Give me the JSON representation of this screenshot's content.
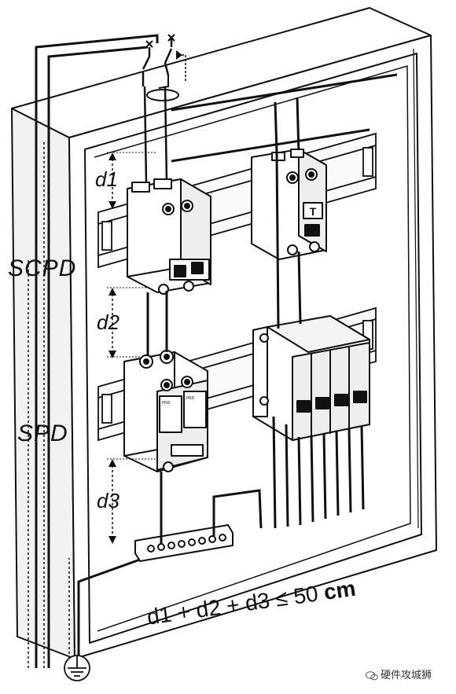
{
  "labels": {
    "scpd": "SCPD",
    "spd": "SPD",
    "d1": "d1",
    "d2": "d2",
    "d3": "d3",
    "formula_expr": "d1 + d2 + d3 ≤ 50 ",
    "formula_unit": "cm"
  },
  "breakers": {
    "rcd_letter": "T",
    "spd_brand_a": "PRD",
    "spd_brand_b": "PRD"
  },
  "watermark": "硬件攻城狮",
  "colors": {
    "line": "#111111",
    "background": "#ffffff",
    "fill": "#ffffff",
    "shade": "#e9e9e9"
  }
}
